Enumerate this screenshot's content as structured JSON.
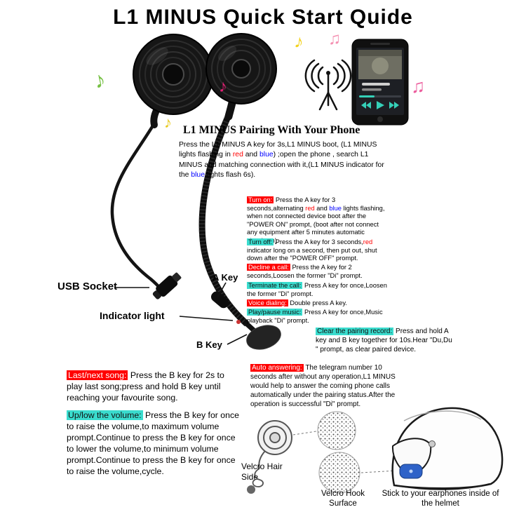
{
  "title": "L1 MINUS Quick Start Quide",
  "pairing": {
    "heading": "L1 MINUS Pairing With Your Phone",
    "seg": [
      {
        "t": "Press the L1 MINUS A key for 3s,L1 MINUS boot, (L1 MINUS lights flashing in "
      },
      {
        "t": "red",
        "c": "red"
      },
      {
        "t": " and "
      },
      {
        "t": "blue",
        "c": "blue"
      },
      {
        "t": ") ;open the phone , search L1 MINUS and matching connection with it,(L1 MINUS indicator for the "
      },
      {
        "t": "blue",
        "c": "blue"
      },
      {
        "t": " lights flash 6s)."
      }
    ]
  },
  "callouts": {
    "usb_socket": "USB Socket",
    "a_key": "A Key",
    "indicator_light": "Indicator light",
    "b_key": "B Key"
  },
  "instr": {
    "turn_on": {
      "label": "Turn on:",
      "seg": [
        {
          "t": " Press the A key for 3 seconds,alternating "
        },
        {
          "t": "red",
          "c": "red"
        },
        {
          "t": " and "
        },
        {
          "t": "blue",
          "c": "blue"
        },
        {
          "t": " lights flashing, when not connected device boot after the \"POWER ON\" prompt, (boot after not connect any equipment after 5 minutes automatic shutdown)."
        }
      ]
    },
    "turn_off": {
      "label": "Turn off:",
      "seg": [
        {
          "t": " Press the A key for 3 seconds,"
        },
        {
          "t": "red",
          "c": "red"
        },
        {
          "t": " indicator long on a second, then put out, shut down after the \"POWER OFF\" prompt."
        }
      ]
    },
    "decline": {
      "label": "Decline a call:",
      "seg": [
        {
          "t": " Press the A key for 2 seconds,Loosen the former \"Di\" prompt."
        }
      ]
    },
    "terminate": {
      "label": "Terminate the call:",
      "seg": [
        {
          "t": " Press A key for once,Loosen the former \"Di\" prompt."
        }
      ]
    },
    "voice": {
      "label": "Voice dialing:",
      "seg": [
        {
          "t": " Double press A key."
        }
      ]
    },
    "play_pause": {
      "label": "Play/pause music:",
      "seg": [
        {
          "t": " Press A key for once,Music playback \"Di\" prompt."
        }
      ]
    },
    "clear_pairing": {
      "label": "Clear the pairing record:",
      "seg": [
        {
          "t": " Press and hold A key and B key together for 10s.Hear \"Du,Du \" prompt, as clear paired device."
        }
      ]
    },
    "auto_answer": {
      "label": "Auto answering:",
      "seg": [
        {
          "t": " The telegram number 10 seconds after without any operation,L1 MINUS would help to answer the coming phone calls automatically under the pairing status.After the operation is successful \"Di\" prompt."
        }
      ]
    },
    "last_next": {
      "label": "Last/next song:",
      "seg": [
        {
          "t": " Press the B key for 2s to play last song;press and hold B key until reaching your favourite song."
        }
      ]
    },
    "volume": {
      "label": "Up/low the volume:",
      "seg": [
        {
          "t": " Press the B key for once to raise the volume,to maximum volume prompt.Continue to press the B key for once to lower the volume,to minimum volume prompt.Continue to press the B key for once to raise the volume,cycle."
        }
      ]
    }
  },
  "diagram": {
    "velcro_hair": "Velcro Hair Side",
    "velcro_hook": "Velcro Hook Surface",
    "stick_note": "Stick to your earphones inside of the helmet"
  },
  "music_notes": [
    {
      "name": "music-note-green",
      "glyph": "♪"
    },
    {
      "name": "music-note-magenta",
      "glyph": "♪"
    },
    {
      "name": "music-note-yellow",
      "glyph": "♪"
    },
    {
      "name": "music-note-pink",
      "glyph": "♫"
    },
    {
      "name": "music-note-pink-2",
      "glyph": "♫"
    },
    {
      "name": "music-note-yellow-2",
      "glyph": "♪"
    }
  ],
  "colors": {
    "highlight_red": "#ff0000",
    "highlight_cyan": "#3adcce",
    "word_red": "#ff0000",
    "word_blue": "#0000ff"
  }
}
